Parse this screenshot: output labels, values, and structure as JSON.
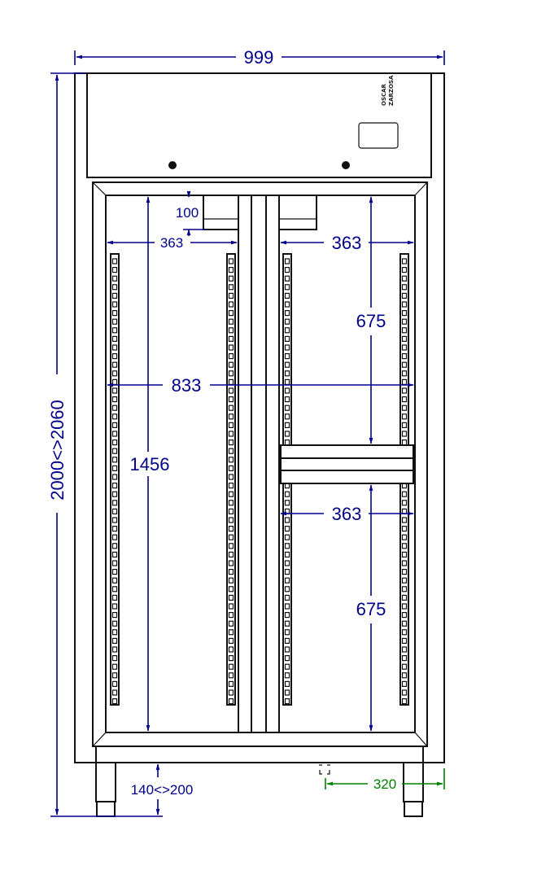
{
  "logo": {
    "line1": "OSCAR",
    "line2": "ZARZOSA"
  },
  "dimensions": {
    "overall_width": "999",
    "overall_height": "2000<>2060",
    "interior_height": "1456",
    "top_gap": "100",
    "left_width": "363",
    "right_width_top": "363",
    "right_width_bottom": "363",
    "interior_width": "833",
    "upper_compartment": "675",
    "lower_compartment": "675",
    "leg_height": "140<>200",
    "drain_offset": "320"
  },
  "colors": {
    "dimension": "#00008b",
    "dimension_secondary": "#008000",
    "outline": "#111111"
  }
}
